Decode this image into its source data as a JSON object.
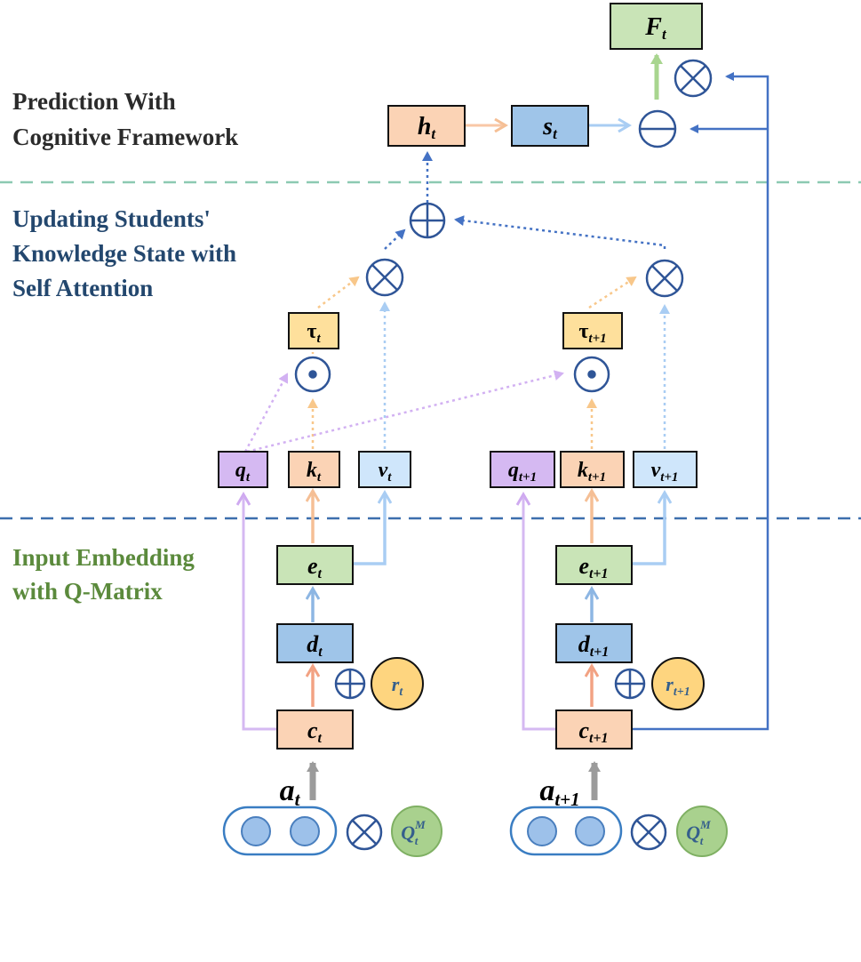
{
  "sections": {
    "prediction": [
      "Prediction With",
      "Cognitive Framework"
    ],
    "updating": [
      "Updating Students'",
      "Knowledge State with",
      "Self Attention"
    ],
    "input": [
      "Input Embedding",
      "with Q-Matrix"
    ]
  },
  "colors": {
    "prediction_title": "#2b2b2b",
    "updating_title": "#23476e",
    "input_title": "#5b8a3c",
    "dash_top": "#8cc9b2",
    "dash_bottom": "#3d6fae",
    "orange_box": "#fbd3b5",
    "blue_box": "#9fc5e9",
    "green_box": "#c9e4b7",
    "yellow_box": "#fee09c",
    "purple_box": "#d5b9f2",
    "light_blue_box": "#cfe6fb",
    "arrow_blue": "#4472c4"
  },
  "nodes": {
    "F": {
      "base": "F",
      "sub": "t"
    },
    "h": {
      "base": "h",
      "sub": "t"
    },
    "s": {
      "base": "s",
      "sub": "t"
    },
    "tau_t": {
      "base": "τ",
      "sub": "t"
    },
    "tau_t1": {
      "base": "τ",
      "sub": "t+1"
    },
    "q_t": {
      "base": "q",
      "sub": "t"
    },
    "k_t": {
      "base": "k",
      "sub": "t"
    },
    "v_t": {
      "base": "v",
      "sub": "t"
    },
    "q_t1": {
      "base": "q",
      "sub": "t+1"
    },
    "k_t1": {
      "base": "k",
      "sub": "t+1"
    },
    "v_t1": {
      "base": "v",
      "sub": "t+1"
    },
    "e_t": {
      "base": "e",
      "sub": "t"
    },
    "e_t1": {
      "base": "e",
      "sub": "t+1"
    },
    "d_t": {
      "base": "d",
      "sub": "t"
    },
    "d_t1": {
      "base": "d",
      "sub": "t+1"
    },
    "c_t": {
      "base": "c",
      "sub": "t"
    },
    "c_t1": {
      "base": "c",
      "sub": "t+1"
    },
    "r_t": {
      "base": "r",
      "sub": "t"
    },
    "r_t1": {
      "base": "r",
      "sub": "t+1"
    },
    "a_t": {
      "base": "a",
      "sub": "t"
    },
    "a_t1": {
      "base": "a",
      "sub": "t+1"
    },
    "Q_left": {
      "base": "Q",
      "sub": "t",
      "sup": "M"
    },
    "Q_right": {
      "base": "Q",
      "sub": "t",
      "sup": "M"
    }
  },
  "operators": {
    "otimes": "⊗",
    "oplus": "⊕",
    "ominus": "⊖",
    "odot": "⊙"
  }
}
